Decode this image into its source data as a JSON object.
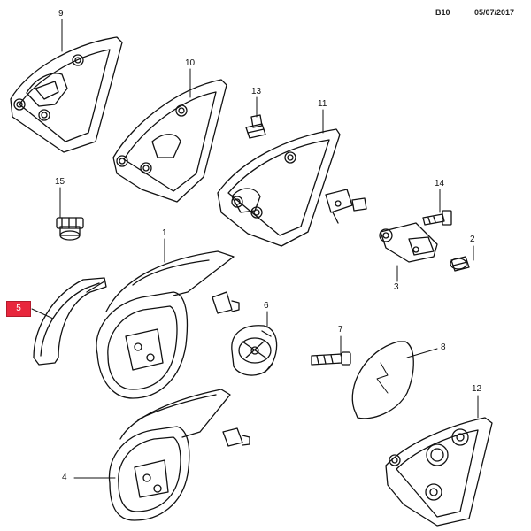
{
  "header": {
    "code": "B10",
    "date": "05/07/2017"
  },
  "highlight_color": "#e8273d",
  "callouts": {
    "p1": "1",
    "p2": "2",
    "p3": "3",
    "p4": "4",
    "p5": "5",
    "p6": "6",
    "p7": "7",
    "p8": "8",
    "p9": "9",
    "p10": "10",
    "p11": "11",
    "p12": "12",
    "p13": "13",
    "p14": "14",
    "p15": "15"
  },
  "selected_callout": "5"
}
